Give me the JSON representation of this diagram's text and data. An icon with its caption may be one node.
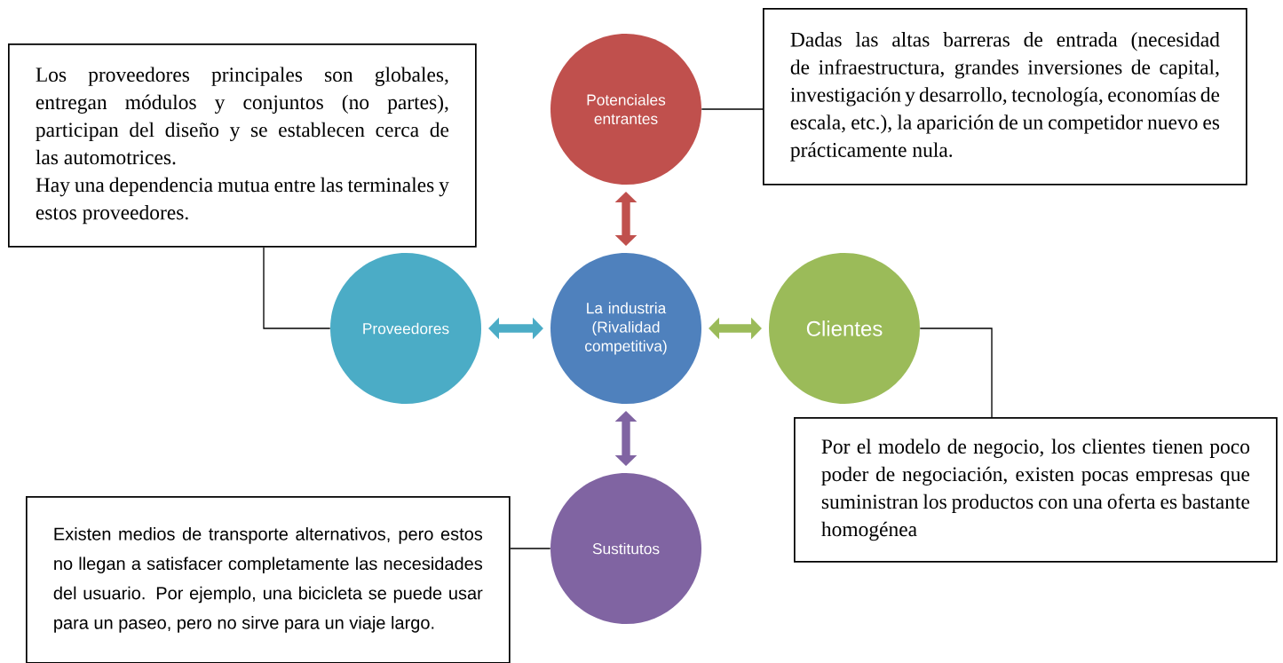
{
  "diagram": {
    "nodes": [
      {
        "text": [
          "La industria (Rivalidad competitiva)"
        ]
      },
      {
        "text": [
          "Potenciales entrantes"
        ]
      },
      {
        "text": [
          "Proveedores"
        ]
      },
      {
        "text": [
          "Clientes"
        ]
      },
      {
        "text": [
          "Sustitutos"
        ]
      },
      {
        "text": [
          "Los proveedores principales son globales, entregan módulos y conjuntos (no partes), participan del diseño y se establecen cerca de las automotrices.",
          "Hay una dependencia mutua entre las terminales y estos proveedores."
        ]
      },
      {
        "text": [
          "Dadas las altas barreras de entrada (necesidad de infraestructura, grandes inversiones de capital, investigación y desarrollo, tecnología, economías de escala, etc.), la aparición de un competidor nuevo es prácticamente nula."
        ]
      },
      {
        "text": [
          "Por el modelo de negocio, los clientes tienen poco poder de negociación, existen pocas empresas que suministran los productos con una oferta es bastante homogénea"
        ]
      },
      {
        "text": [
          "Existen medios de transporte alternativos, pero estos no llegan a satisfacer completamente las necesidades del usuario. Por ejemplo, una bicicleta se puede usar para un paseo, pero no sirve para un viaje largo."
        ]
      }
    ],
    "edges": [
      {
        "from": 0,
        "to": 1,
        "arrow": "both",
        "style": "thick",
        "color": "#c0504d"
      },
      {
        "from": 0,
        "to": 2,
        "arrow": "both",
        "style": "thick",
        "color": "#4bacc6"
      },
      {
        "from": 0,
        "to": 3,
        "arrow": "both",
        "style": "thick",
        "color": "#9bbb59"
      },
      {
        "from": 0,
        "to": 4,
        "arrow": "both",
        "style": "thick",
        "color": "#8064a2"
      },
      {
        "from": 5,
        "to": 2,
        "arrow": "none"
      },
      {
        "from": 1,
        "to": 6,
        "arrow": "none"
      },
      {
        "from": 3,
        "to": 7,
        "arrow": "none"
      },
      {
        "from": 8,
        "to": 4,
        "arrow": "none"
      }
    ]
  }
}
